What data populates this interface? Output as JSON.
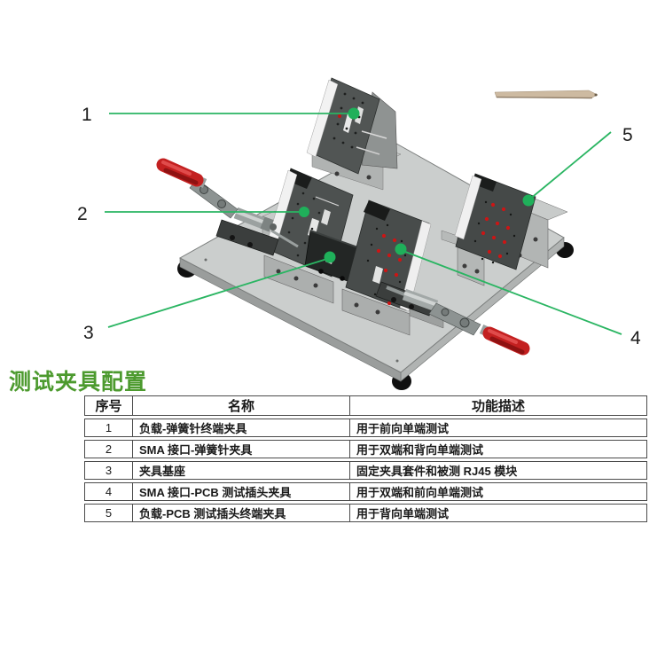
{
  "title": "测试夹具配置",
  "colors": {
    "title_green": "#4c9a2e",
    "callout_green": "#2ab562",
    "clamp_handle_red": "#c32020",
    "baseplate_gray": "#cbcecd",
    "fixture_dark_gray": "#4d5150",
    "contact_red": "#cc1515"
  },
  "diagram": {
    "description_icons": [
      {
        "name": "test-fixture-3d-view"
      },
      {
        "name": "toggle-clamp-red-handle"
      },
      {
        "name": "stylus-pointer"
      }
    ],
    "callouts": [
      {
        "id": "1"
      },
      {
        "id": "2"
      },
      {
        "id": "3"
      },
      {
        "id": "4"
      },
      {
        "id": "5"
      }
    ]
  },
  "table": {
    "headers": [
      "序号",
      "名称",
      "功能描述"
    ],
    "rows": [
      [
        "1",
        "负载-弹簧针终端夹具",
        "用于前向单端测试"
      ],
      [
        "2",
        "SMA 接口-弹簧针夹具",
        "用于双端和背向单端测试"
      ],
      [
        "3",
        "夹具基座",
        "固定夹具套件和被测 RJ45 模块"
      ],
      [
        "4",
        "SMA 接口-PCB 测试插头夹具",
        "用于双端和前向单端测试"
      ],
      [
        "5",
        "负载-PCB 测试插头终端夹具",
        "用于背向单端测试"
      ]
    ]
  }
}
